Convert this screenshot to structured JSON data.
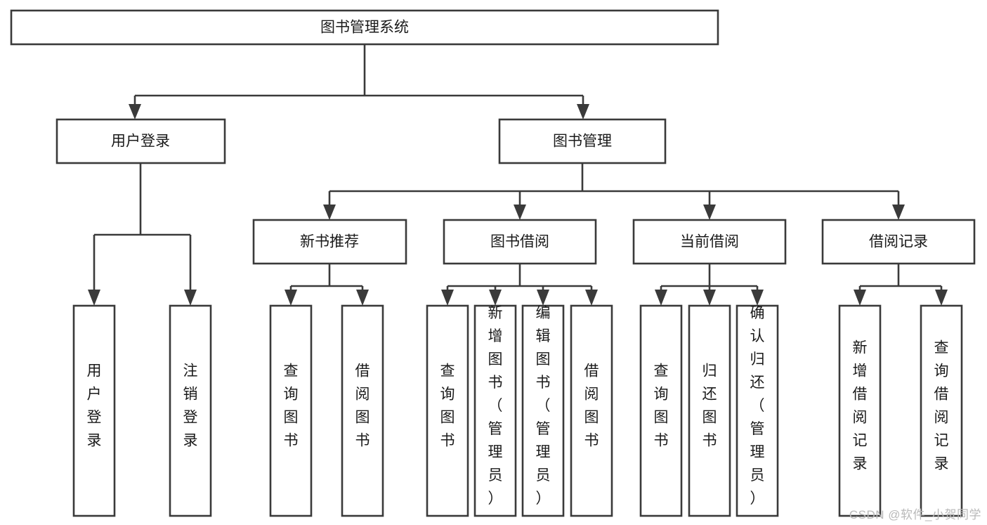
{
  "diagram": {
    "title": "图书管理系统",
    "type": "tree-hierarchy",
    "root": {
      "label": "图书管理系统"
    },
    "level2": [
      {
        "label": "用户登录"
      },
      {
        "label": "图书管理"
      }
    ],
    "level3": [
      {
        "label": "新书推荐"
      },
      {
        "label": "图书借阅"
      },
      {
        "label": "当前借阅"
      },
      {
        "label": "借阅记录"
      }
    ],
    "leaves": {
      "user_login": [
        {
          "label": "用户登录"
        },
        {
          "label": "注销登录"
        }
      ],
      "new_book_recommend": [
        {
          "label": "查询图书"
        },
        {
          "label": "借阅图书"
        }
      ],
      "book_borrow": [
        {
          "label": "查询图书"
        },
        {
          "label": "新增图书（管理员）"
        },
        {
          "label": "编辑图书（管理员）"
        },
        {
          "label": "借阅图书"
        }
      ],
      "current_borrow": [
        {
          "label": "查询图书"
        },
        {
          "label": "归还图书"
        },
        {
          "label": "确认归还（管理员）"
        }
      ],
      "borrow_record": [
        {
          "label": "新增借阅记录"
        },
        {
          "label": "查询借阅记录"
        }
      ]
    }
  },
  "watermark": {
    "text": "CSDN @软件_小贺同学"
  },
  "colors": {
    "stroke": "#3a3a3a",
    "box_fill": "#ffffff",
    "text": "#1a1a1a",
    "watermark": "#b9b9b9",
    "background": "#ffffff"
  }
}
